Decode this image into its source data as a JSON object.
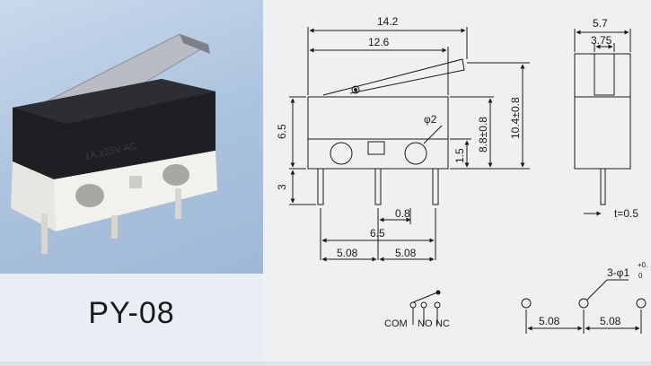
{
  "product": {
    "model": "PY-08",
    "body_marking": "1A 125V AC"
  },
  "front_view": {
    "dims": {
      "overall_length": "14.2",
      "body_length": "12.6",
      "body_height": "6.5",
      "pin_length": "3",
      "hole_dia": "φ2",
      "hole_height": "1.5",
      "body_to_hole_center": "8.8±0.8",
      "overall_height": "10.4±0.8",
      "pin_offset": "0.8",
      "pin_span": "6.5",
      "pitch_left": "5.08",
      "pitch_right": "5.08"
    }
  },
  "side_view": {
    "dims": {
      "width": "5.7",
      "inner_width": "3.75",
      "thickness": "t=0.5"
    }
  },
  "schematic": {
    "com": "COM",
    "no": "NO",
    "nc": "NC"
  },
  "footprint": {
    "holes_label": "3-φ1",
    "tol_upper": "+0.",
    "tol_lower": "0",
    "pitch_left": "5.08",
    "pitch_right": "5.08"
  }
}
